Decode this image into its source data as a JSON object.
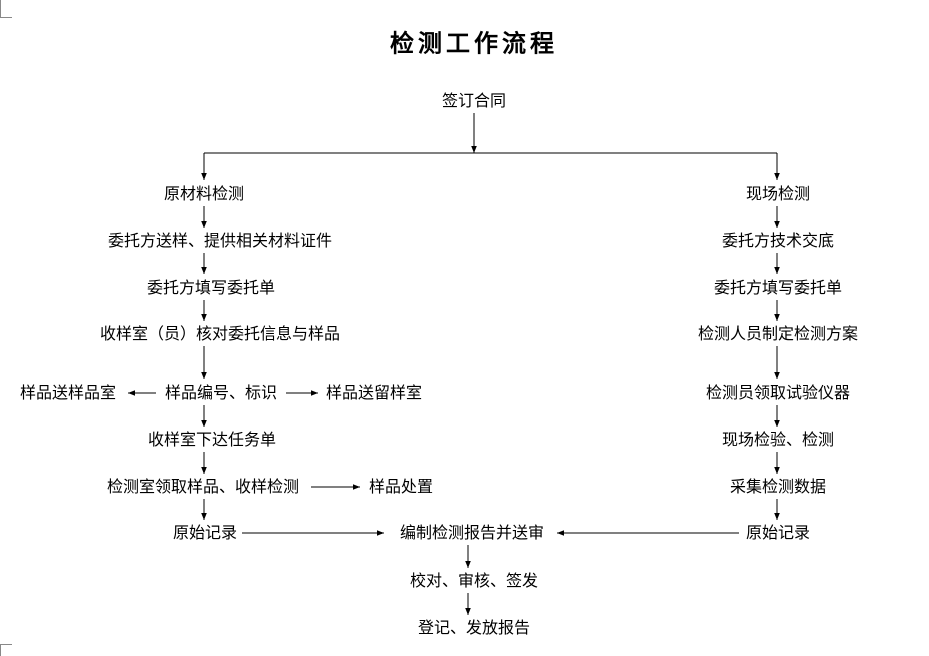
{
  "title": "检测工作流程",
  "nodes": {
    "contract": "签订合同",
    "raw_material_test": "原材料检测",
    "field_test": "现场检测",
    "client_send_sample": "委托方送样、提供相关材料证件",
    "client_fill_form_left": "委托方填写委托单",
    "receiver_check": "收样室（员）核对委托信息与样品",
    "sample_to_sample_room": "样品送样品室",
    "sample_numbering": "样品编号、标识",
    "sample_to_retention_room": "样品送留样室",
    "receiver_issue_task": "收样室下达任务单",
    "lab_receive_test": "检测室领取样品、收样检测",
    "sample_disposal": "样品处置",
    "original_record_left": "原始记录",
    "compile_report": "编制检测报告并送审",
    "client_tech_briefing": "委托方技术交底",
    "client_fill_form_right": "委托方填写委托单",
    "plan_test_scheme": "检测人员制定检测方案",
    "collect_instruments": "检测员领取试验仪器",
    "field_inspection": "现场检验、检测",
    "collect_data": "采集检测数据",
    "original_record_right": "原始记录",
    "proofread_review_sign": "校对、审核、签发",
    "register_issue_report": "登记、发放报告"
  },
  "colors": {
    "line": "#000000",
    "text": "#000000",
    "background": "#ffffff"
  }
}
